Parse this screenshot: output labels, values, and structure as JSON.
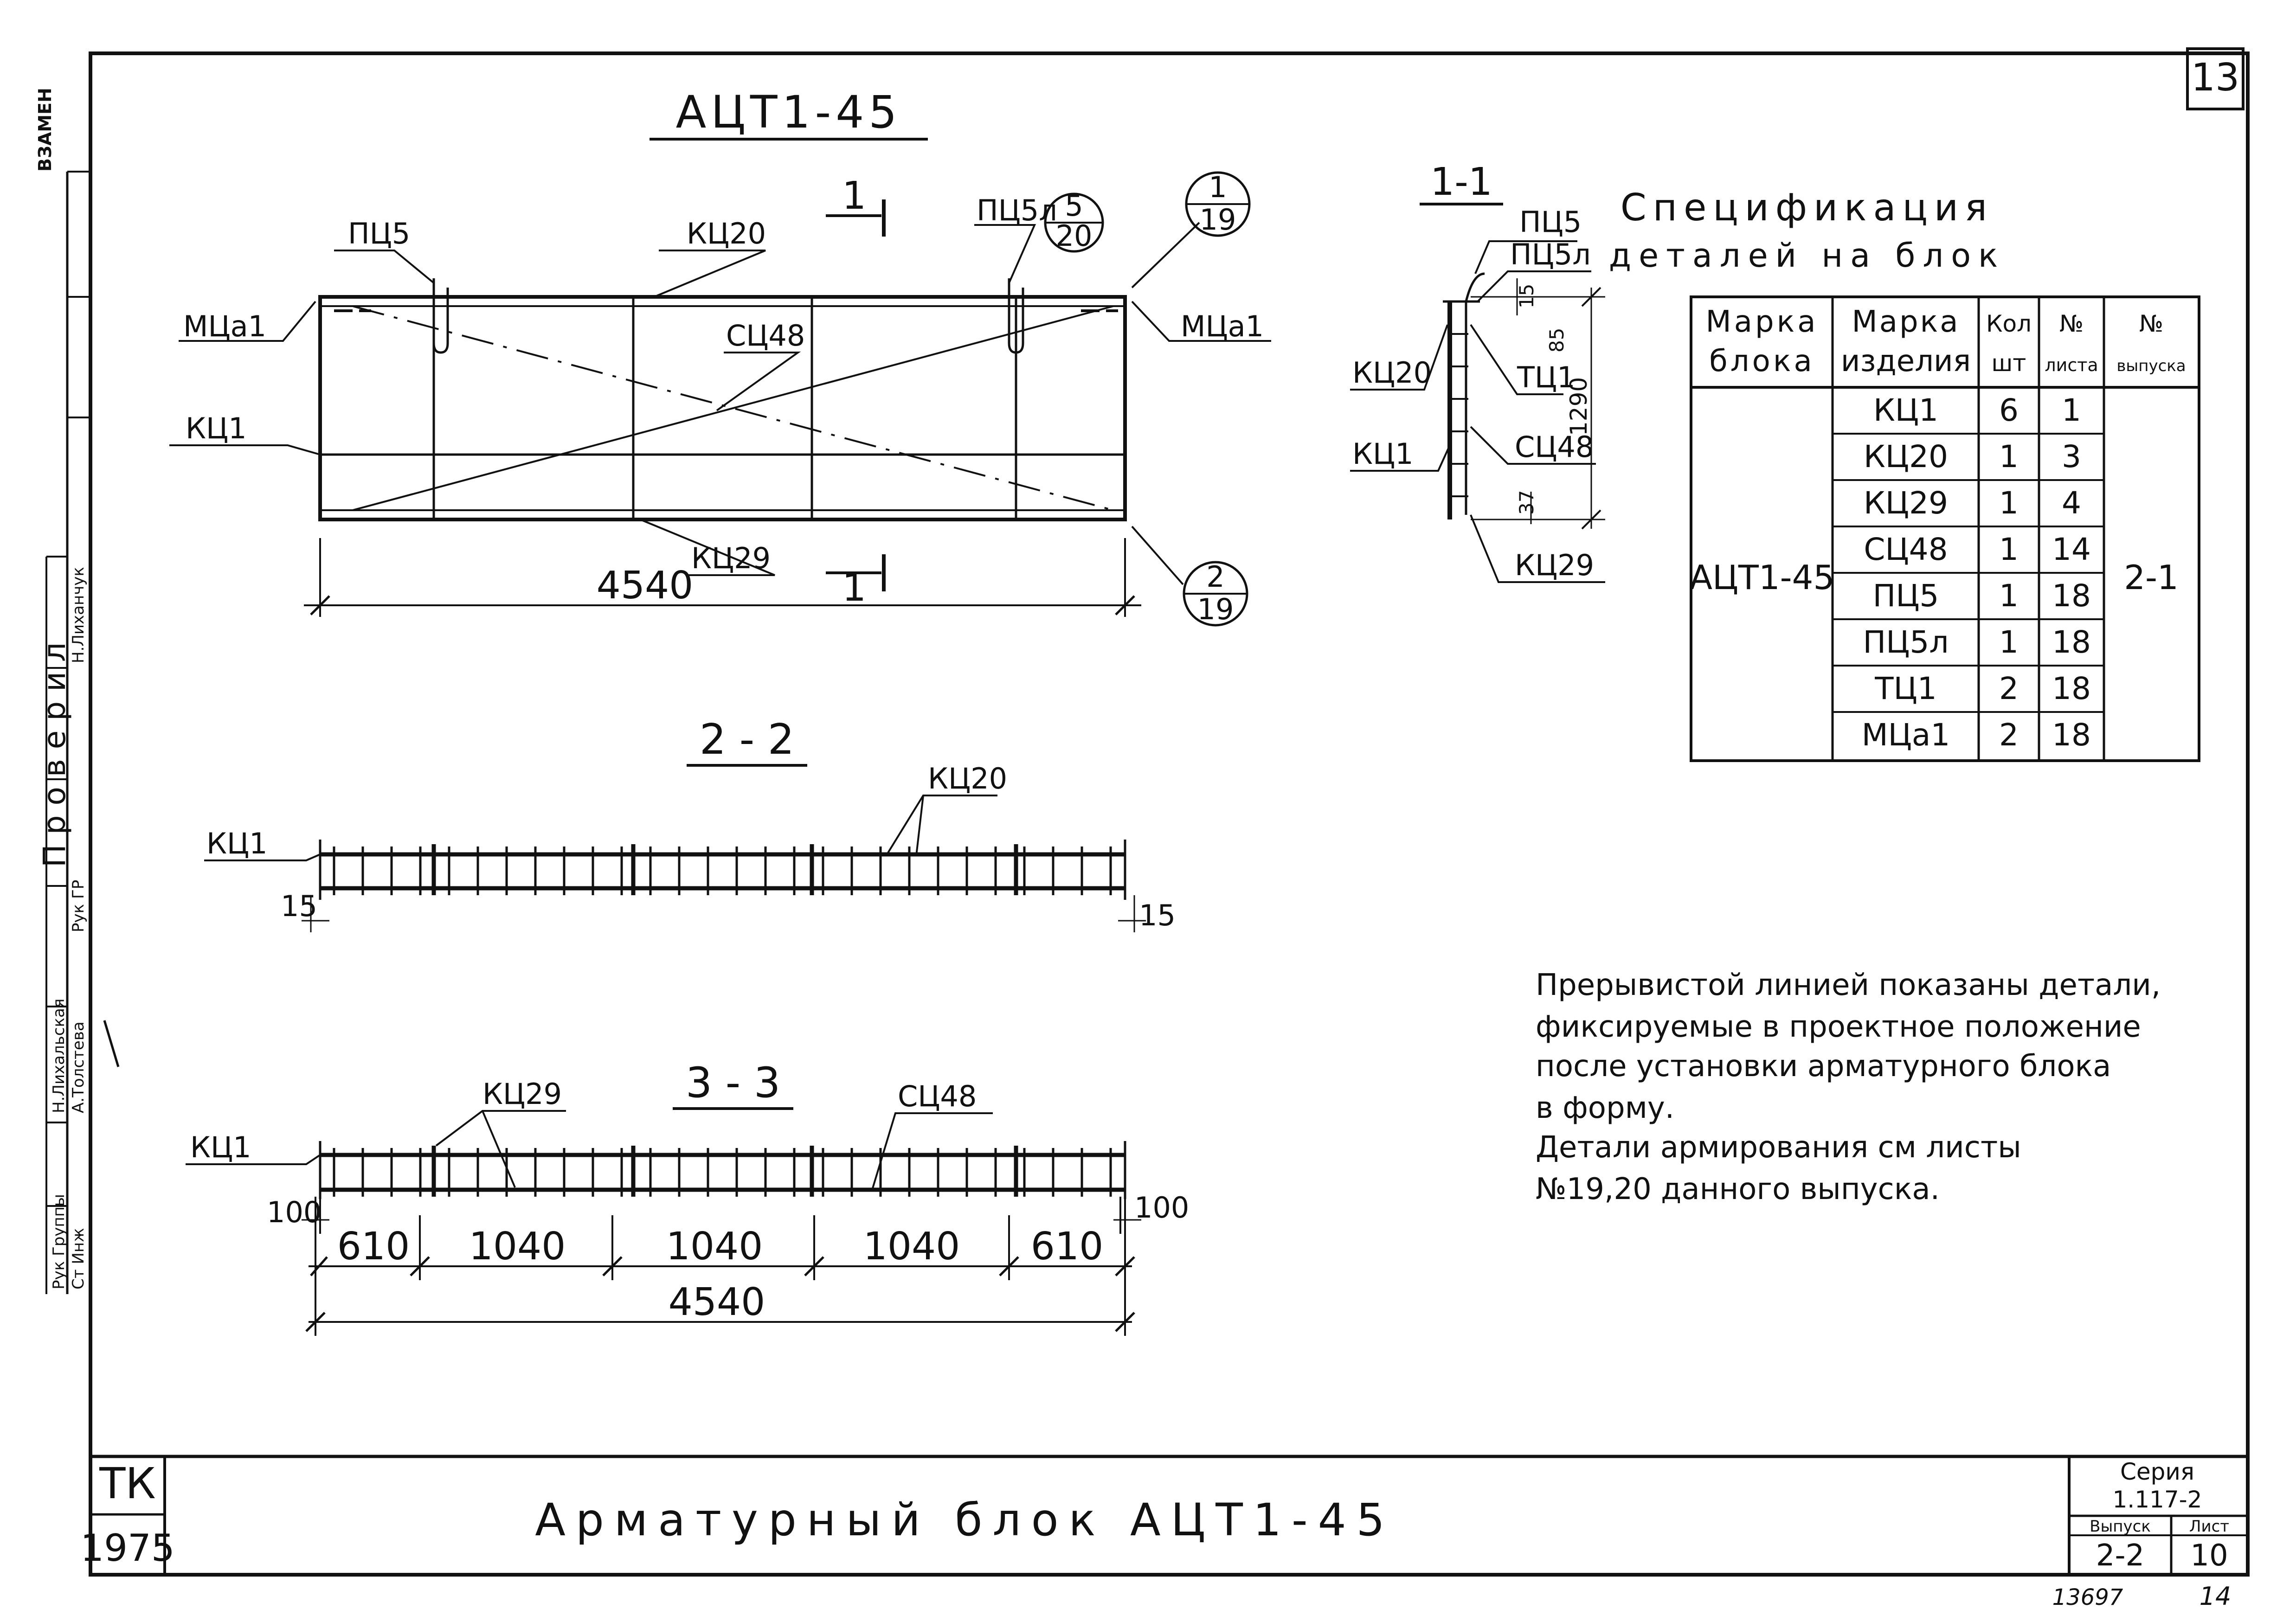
{
  "sheet_number": "13",
  "left_strip": {
    "stamp": "ВЗАМЕН",
    "checked_title": "П р о в е р и л",
    "names": [
      "Н.Лиханчук",
      "Рук ГР",
      "Н.Лихальская",
      "А.Толстева",
      "Рук Группы",
      "Ст Инж"
    ]
  },
  "plan": {
    "title": "АЦТ1-45",
    "labels": {
      "pc5": "ПЦ5",
      "kc20": "КЦ20",
      "pc5l": "ПЦ5л",
      "mca1_left": "МЦа1",
      "mca1_right": "МЦа1",
      "sc48": "СЦ48",
      "kc1": "КЦ1",
      "kc29": "КЦ29",
      "length": "4540"
    },
    "section_mark_top": "1",
    "section_mark_bottom": "1",
    "callout_5_20": {
      "top": "5",
      "bottom": "20"
    },
    "callout_1_19": {
      "top": "1",
      "bottom": "19"
    },
    "callout_2_19": {
      "top": "2",
      "bottom": "19"
    }
  },
  "section_1_1": {
    "title": "1-1",
    "labels": {
      "pc5": "ПЦ5",
      "pc5l": "ПЦ5л",
      "kc20": "КЦ20",
      "tc1": "ТЦ1",
      "kc1": "КЦ1",
      "sc48": "СЦ48",
      "kc29": "КЦ29"
    },
    "dims": {
      "d15": "15",
      "d85": "85",
      "d1290": "1290",
      "d37": "37"
    }
  },
  "section_2_2": {
    "title": "2 - 2",
    "labels": {
      "kc20": "КЦ20",
      "kc1": "КЦ1"
    },
    "dims": {
      "left": "15",
      "right": "15"
    }
  },
  "section_3_3": {
    "title": "3 - 3",
    "labels": {
      "kc29": "КЦ29",
      "sc48": "СЦ48",
      "kc1": "КЦ1"
    },
    "dims": {
      "left": "100",
      "right": "100",
      "segments": [
        "610",
        "1040",
        "1040",
        "1040",
        "610"
      ],
      "total": "4540"
    }
  },
  "spec_table": {
    "title_line1": "Спецификация",
    "title_line2": "деталей на блок",
    "headers": [
      [
        "Марка",
        "блока"
      ],
      [
        "Марка",
        "изделия"
      ],
      [
        "Кол",
        "шт"
      ],
      [
        "№",
        "листа"
      ],
      [
        "№",
        "выпуска"
      ]
    ],
    "block": "АЦТ1-45",
    "issue": "2-1",
    "rows": [
      {
        "item": "КЦ1",
        "qty": "6",
        "sheet": "1"
      },
      {
        "item": "КЦ20",
        "qty": "1",
        "sheet": "3"
      },
      {
        "item": "КЦ29",
        "qty": "1",
        "sheet": "4"
      },
      {
        "item": "СЦ48",
        "qty": "1",
        "sheet": "14"
      },
      {
        "item": "ПЦ5",
        "qty": "1",
        "sheet": "18"
      },
      {
        "item": "ПЦ5л",
        "qty": "1",
        "sheet": "18"
      },
      {
        "item": "ТЦ1",
        "qty": "2",
        "sheet": "18"
      },
      {
        "item": "МЦа1",
        "qty": "2",
        "sheet": "18"
      }
    ]
  },
  "notes": [
    "Прерывистой линией показаны детали,",
    "фиксируемые в проектное положение",
    "после установки арматурного блока",
    "в форму.",
    "Детали армирования см листы",
    "№19,20 данного выпуска."
  ],
  "title_block": {
    "org_top": "ТК",
    "org_year": "1975",
    "drawing_title": "Арматурный блок АЦТ1-45",
    "series_label": "Серия",
    "series_value": "1.117-2",
    "issue_label": "Выпуск",
    "sheet_label": "Лист",
    "issue_value": "2-2",
    "sheet_value": "10"
  },
  "footer": {
    "doc_number": "13697",
    "page": "14"
  }
}
